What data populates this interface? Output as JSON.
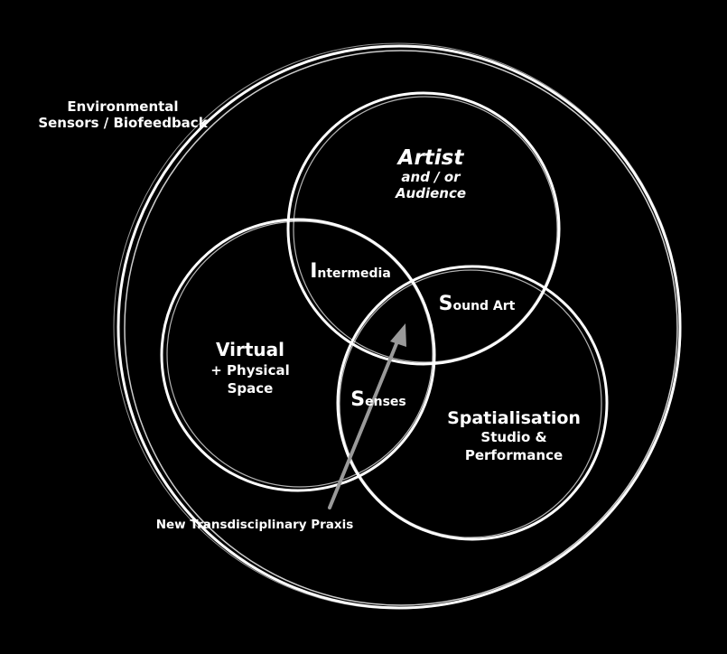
{
  "colors": {
    "background": "#000000",
    "lines": "#ffffff",
    "arrow": "#9a9a9a"
  },
  "outer": {
    "line1": "Environmental",
    "line2": "Sensors / Biofeedback"
  },
  "artist": {
    "title": "Artist",
    "line2": "and / or",
    "line3": "Audience"
  },
  "virtual": {
    "title": "Virtual",
    "line2": "+ Physical",
    "line3": "Space"
  },
  "spatialisation": {
    "title": "Spatialisation",
    "line2": "Studio &",
    "line3": "Performance"
  },
  "overlaps": {
    "intermedia": {
      "initial": "I",
      "rest": "ntermedia"
    },
    "sound_art": {
      "initial": "S",
      "rest": "ound Art"
    },
    "senses": {
      "initial": "S",
      "rest": "enses"
    }
  },
  "arrow": {
    "label": "New Transdisciplinary Praxis"
  }
}
